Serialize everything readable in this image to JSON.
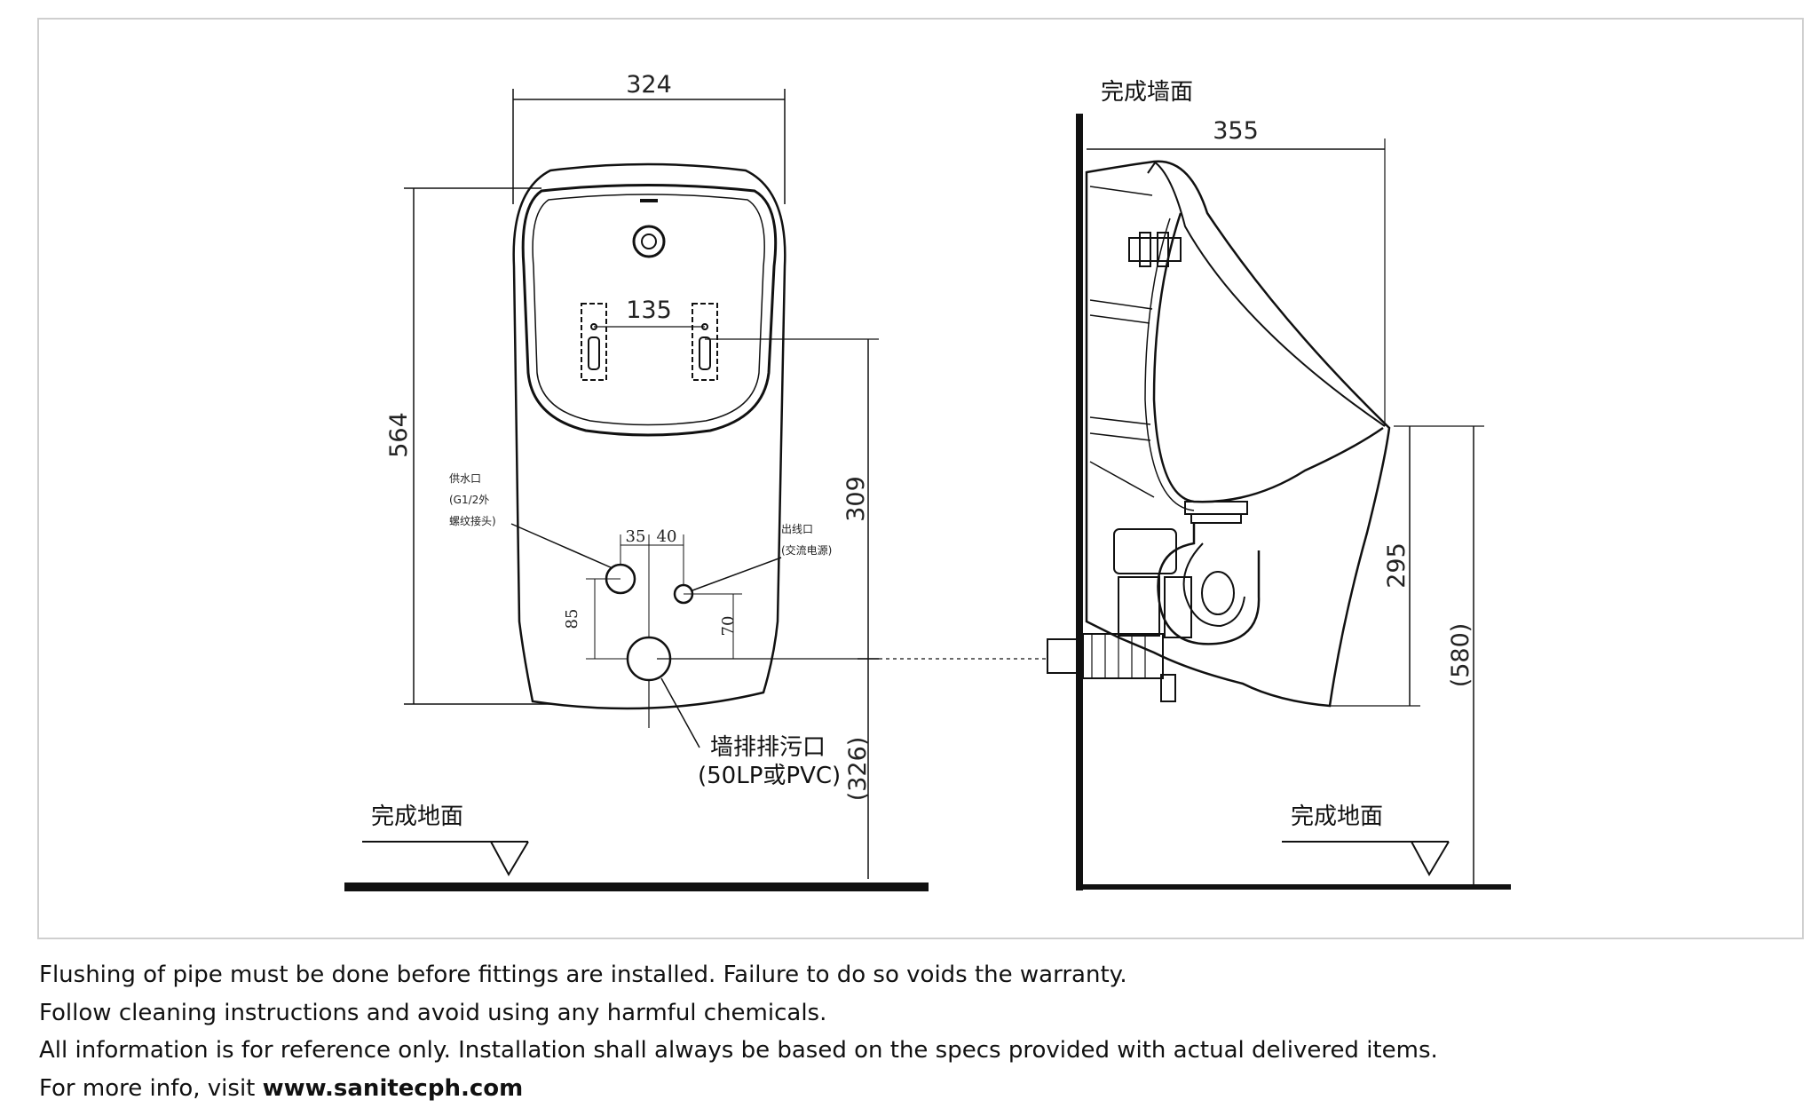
{
  "front_view": {
    "width_dim": "324",
    "height_dim": "564",
    "sensor_spacing_dim": "135",
    "outlet_height_dim": "309",
    "floor_to_outlet_dim": "(326)",
    "inlet_offset_dim": "35",
    "power_offset_dim": "40",
    "inlet_to_outlet_dim": "85",
    "power_to_outlet_dim": "70",
    "water_inlet_label": [
      "供水口",
      "(G1/2外",
      "螺纹接头)"
    ],
    "power_outlet_label": [
      "出线口",
      "(交流电源)"
    ],
    "drain_label": "墙排排污口",
    "drain_spec": "(50LP或PVC)",
    "floor_label": "完成地面"
  },
  "side_view": {
    "wall_label": "完成墙面",
    "depth_dim": "355",
    "lip_to_bottom_dim": "295",
    "lip_height_dim": "(580)",
    "floor_label": "完成地面"
  },
  "notes": {
    "line1": "Flushing of pipe must be done before fittings are installed. Failure to do so voids the warranty.",
    "line2": "Follow cleaning instructions and avoid using any harmful chemicals.",
    "line3": "All information is for reference only. Installation shall always be based on the specs provided with actual delivered items.",
    "line4_prefix": "For more info, visit ",
    "line4_url": "www.sanitecph.com"
  }
}
